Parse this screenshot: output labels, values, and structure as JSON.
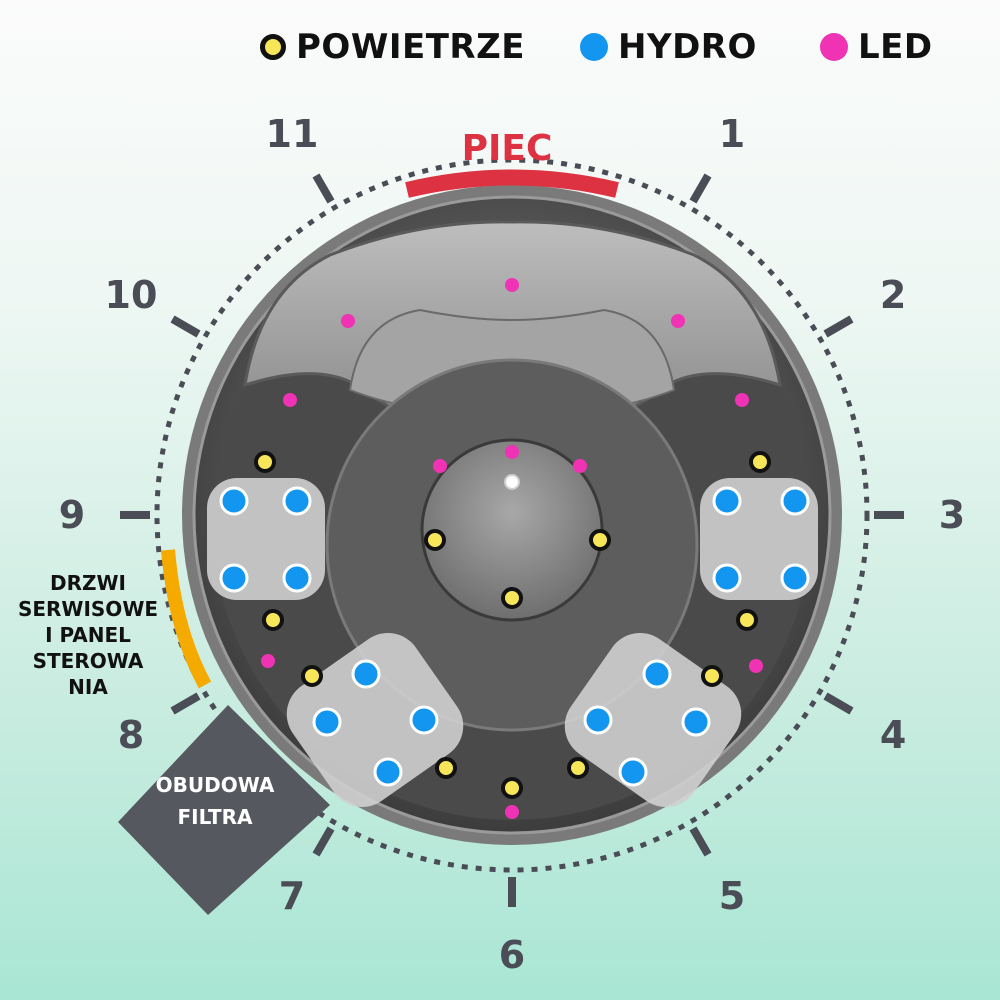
{
  "legend": [
    {
      "label": "POWIETRZE",
      "color": "#f7e65a"
    },
    {
      "label": "HYDRO",
      "color": "#1296f0"
    },
    {
      "label": "LED",
      "color": "#f032b4"
    }
  ],
  "heater": {
    "label": "PIEC",
    "color": "#dc3242"
  },
  "clock": [
    "1",
    "2",
    "3",
    "4",
    "5",
    "6",
    "7",
    "8",
    "9",
    "10",
    "11"
  ],
  "service_door": {
    "lines": [
      "DRZWI",
      "SERWISOWE",
      "I PANEL",
      "STEROWA",
      "NIA"
    ],
    "color": "#f5aa00"
  },
  "filter_housing": {
    "lines": [
      "OBUDOWA",
      "FILTRA"
    ],
    "color": "#55585f"
  }
}
